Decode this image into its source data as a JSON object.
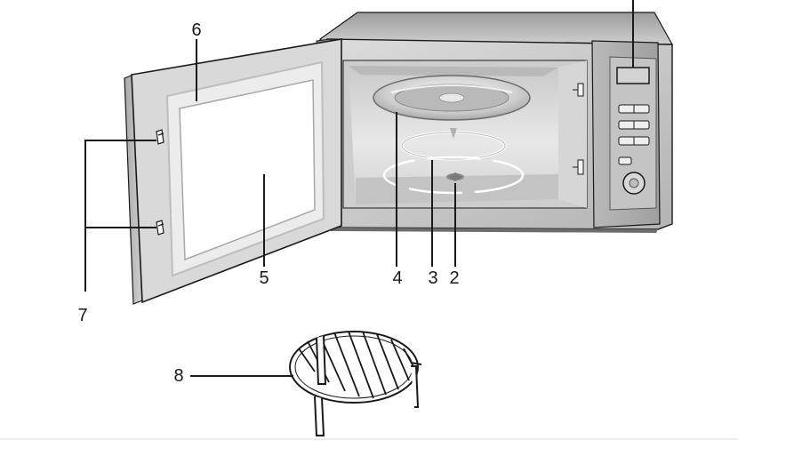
{
  "callouts": {
    "turntable_shaft": "2",
    "roller_ring": "3",
    "glass_tray": "4",
    "door_window": "5",
    "door_seal": "6",
    "door_latches": "7",
    "grill_rack": "8"
  },
  "colors": {
    "body_light": "#e6e6e6",
    "body_mid": "#bdbdbd",
    "body_dark": "#9a9a9a",
    "outline": "#1a1a1a",
    "door_frame": "#d9d9d9",
    "window": "#ffffff"
  }
}
